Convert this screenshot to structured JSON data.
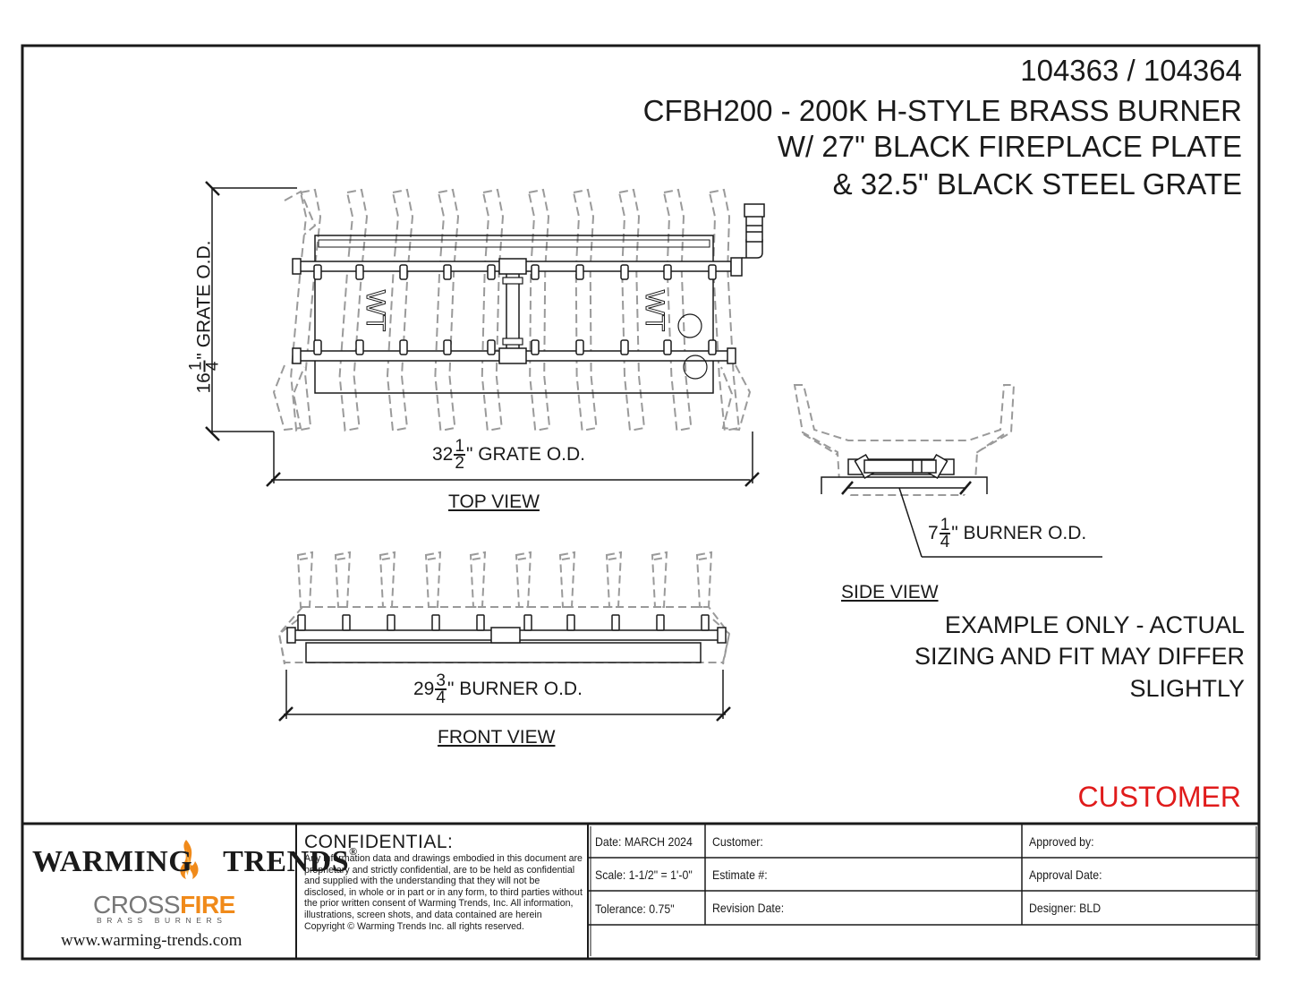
{
  "title": {
    "line1": "104363 / 104364",
    "line2": "CFBH200 - 200K H-STYLE BRASS BURNER",
    "line3": "W/ 27\" BLACK FIREPLACE PLATE",
    "line4": "& 32.5\" BLACK STEEL GRATE"
  },
  "views": {
    "top": "TOP VIEW",
    "front": "FRONT VIEW",
    "side": "SIDE VIEW"
  },
  "dimensions": {
    "grate_depth": {
      "whole": "16",
      "num": "1",
      "den": "4",
      "suffix": "\" GRATE O.D."
    },
    "grate_width": {
      "whole": "32",
      "num": "1",
      "den": "2",
      "suffix": "\" GRATE O.D."
    },
    "burner_width": {
      "whole": "29",
      "num": "3",
      "den": "4",
      "suffix": "\" BURNER O.D."
    },
    "burner_depth": {
      "whole": "7",
      "num": "1",
      "den": "4",
      "suffix": "\" BURNER O.D."
    }
  },
  "note": {
    "line1": "EXAMPLE ONLY - ACTUAL",
    "line2": "SIZING AND FIT MAY DIFFER",
    "line3": "SLIGHTLY"
  },
  "stamp": "CUSTOMER",
  "logos": {
    "warming_trends_part1": "WARMING",
    "warming_trends_part2": "TRENDS",
    "registered": "®",
    "crossfire_cross": "CROSS",
    "crossfire_fire": "FIRE",
    "crossfire_tagline": "BRASS BURNERS",
    "website": "www.warming-trends.com"
  },
  "confidential": {
    "title": "CONFIDENTIAL:",
    "body": "Any information data and drawings embodied in this document are proprietary and strictly confidential, are to be held as confidential and supplied with the understanding that they will not be disclosed, in whole or in part or in any form, to third parties without the prior written consent of Warming Trends, Inc. All information, illustrations, screen shots, and data contained are herein Copyright © Warming Trends Inc. all rights reserved."
  },
  "title_block": {
    "date": "Date: MARCH 2024",
    "scale": "Scale: 1-1/2\" = 1'-0\"",
    "tolerance": "Tolerance: 0.75\"",
    "customer": "Customer:",
    "estimate": "Estimate #:",
    "revision_date": "Revision Date:",
    "approved_by": "Approved by:",
    "approval_date": "Approval Date:",
    "designer": "Designer: BLD"
  },
  "colors": {
    "line": "#1a1a1a",
    "hidden_line": "#9a9a9a",
    "stamp": "#e01b1b",
    "fire": "#f08a1a"
  }
}
